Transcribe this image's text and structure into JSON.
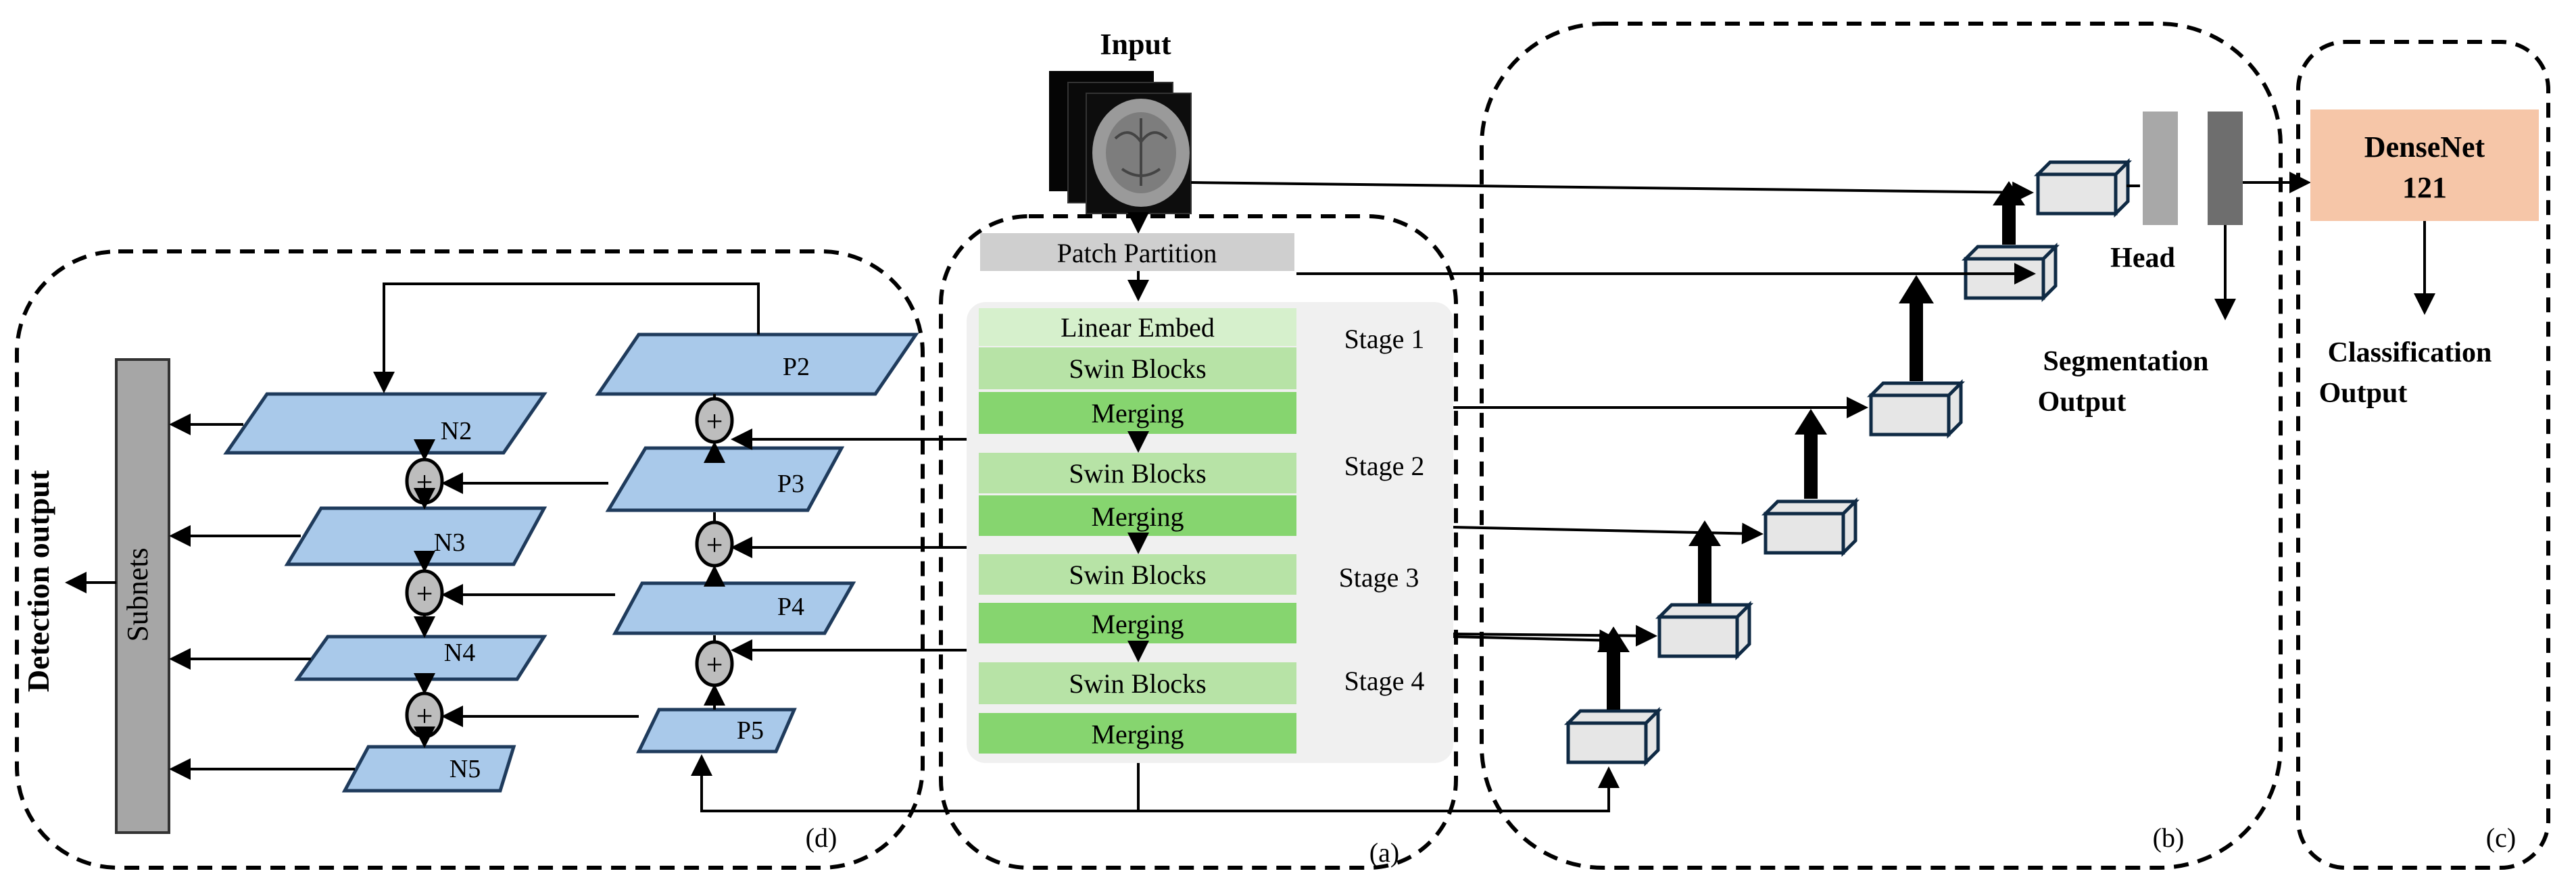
{
  "panels": {
    "a": "(a)",
    "b": "(b)",
    "c": "(c)",
    "d": "(d)"
  },
  "input": {
    "label": "Input"
  },
  "backbone": {
    "patch_partition": "Patch Partition",
    "linear_embed": "Linear Embed",
    "swin_blocks": "Swin Blocks",
    "merging": "Merging",
    "stages": [
      "Stage 1",
      "Stage 2",
      "Stage 3",
      "Stage 4"
    ]
  },
  "segmentation": {
    "head": "Head",
    "output": [
      "Segmentation",
      "Output"
    ]
  },
  "classification": {
    "model": [
      "DenseNet",
      "121"
    ],
    "output": [
      "Classification",
      "Output"
    ]
  },
  "detection": {
    "p_levels": [
      "P2",
      "P3",
      "P4",
      "P5"
    ],
    "n_levels": [
      "N2",
      "N3",
      "N4",
      "N5"
    ],
    "subnets": "Subnets",
    "output": "Detection output",
    "sum_symbol": "+"
  },
  "colors": {
    "pyramid_fill": "#a9c9ea",
    "pyramid_stroke": "#1f3b5c",
    "swin_light": "#b7e3a6",
    "linear_embed": "#d6f0cc",
    "merging": "#86d56f",
    "stage_bg": "#f0f0f0",
    "patch_partition": "#cfcfcf",
    "densenet": "#f6c6a8",
    "subnets": "#a6a6a6",
    "decoder_block": "#e6e6e6"
  }
}
